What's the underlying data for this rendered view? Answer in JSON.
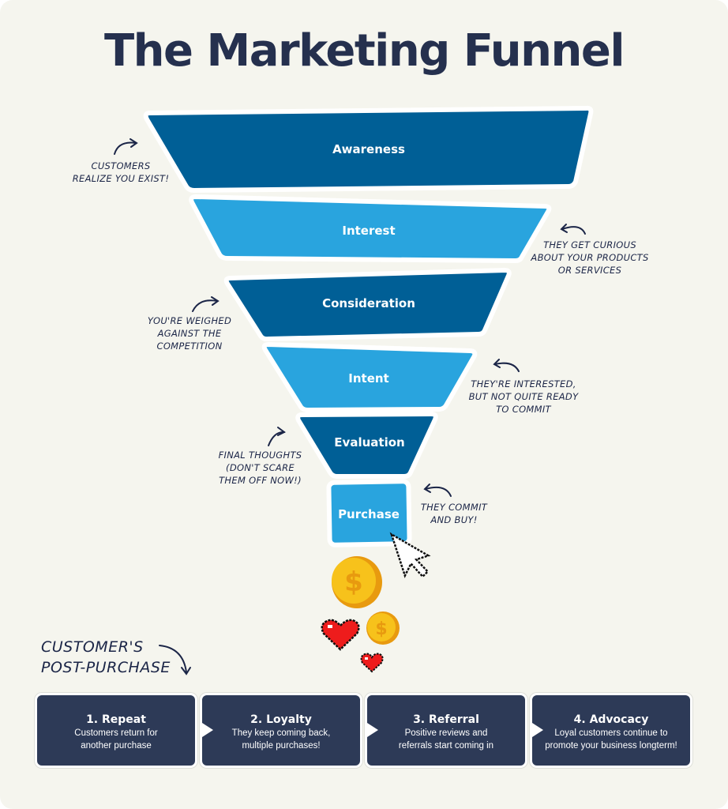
{
  "title": "The Marketing Funnel",
  "colors": {
    "background": "#f5f5ee",
    "title": "#25304e",
    "dark_blue": "#005f96",
    "light_blue": "#29a4de",
    "step_bg": "#2d3a57",
    "annotation": "#1b2547",
    "coin": "#f7c21b",
    "heart": "#ee1c1c"
  },
  "funnel": {
    "stages": [
      {
        "label": "Awareness",
        "color": "dark_blue"
      },
      {
        "label": "Interest",
        "color": "light_blue"
      },
      {
        "label": "Consideration",
        "color": "dark_blue"
      },
      {
        "label": "Intent",
        "color": "light_blue"
      },
      {
        "label": "Evaluation",
        "color": "dark_blue"
      },
      {
        "label": "Purchase",
        "color": "light_blue"
      }
    ]
  },
  "annotations": [
    {
      "stage": "Awareness",
      "text": "Customers\nrealize you exist!",
      "side": "left"
    },
    {
      "stage": "Interest",
      "text": "They get curious\nabout your products\nor services",
      "side": "right"
    },
    {
      "stage": "Consideration",
      "text": "You're weighed\nagainst the\ncompetition",
      "side": "left"
    },
    {
      "stage": "Intent",
      "text": "They're interested,\nbut not quite ready\nto commit",
      "side": "right"
    },
    {
      "stage": "Evaluation",
      "text": "Final thoughts\n(Don't scare\nthem off now!)",
      "side": "left"
    },
    {
      "stage": "Purchase",
      "text": "They commit\nand buy!",
      "side": "right"
    }
  ],
  "decorations": [
    "pointer-cursor-icon",
    "gold-coin-icon",
    "gold-coin-icon",
    "heart-icon",
    "heart-icon"
  ],
  "post_purchase": {
    "title": "Customer's\npost-purchase",
    "steps": [
      {
        "heading": "1. Repeat",
        "desc": "Customers return for\nanother purchase"
      },
      {
        "heading": "2. Loyalty",
        "desc": "They keep coming back,\nmultiple purchases!"
      },
      {
        "heading": "3. Referral",
        "desc": "Positive reviews and\nreferrals start coming in"
      },
      {
        "heading": "4. Advocacy",
        "desc": "Loyal customers continue to\npromote your business longterm!"
      }
    ]
  }
}
